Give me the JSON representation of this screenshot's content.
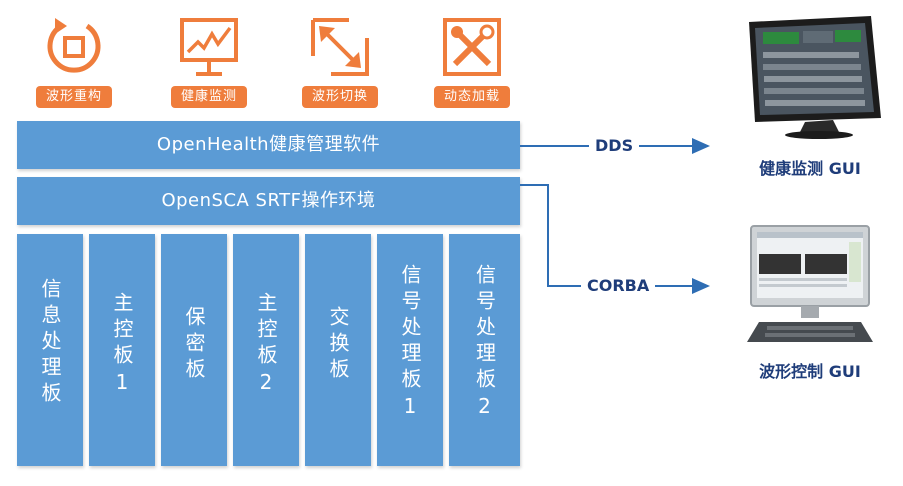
{
  "features": [
    {
      "label": "波形重构",
      "icon": "refresh-square-icon"
    },
    {
      "label": "健康监测",
      "icon": "monitor-chart-icon"
    },
    {
      "label": "波形切换",
      "icon": "expand-arrows-icon"
    },
    {
      "label": "动态加载",
      "icon": "tools-icon"
    }
  ],
  "stack": {
    "openhealth": "OpenHealth健康管理软件",
    "opensca": "OpenSCA SRTF操作环境",
    "boards": [
      "信息处理板",
      "主控板1",
      "保密板",
      "主控板2",
      "交换板",
      "信号处理板1",
      "信号处理板2"
    ]
  },
  "links": [
    {
      "protocol": "DDS",
      "target": "健康监测 GUI"
    },
    {
      "protocol": "CORBA",
      "target": "波形控制 GUI"
    }
  ],
  "colors": {
    "accent_orange": "#ef7d3c",
    "block_blue": "#5b9bd5",
    "label_navy": "#1f3d7a"
  }
}
